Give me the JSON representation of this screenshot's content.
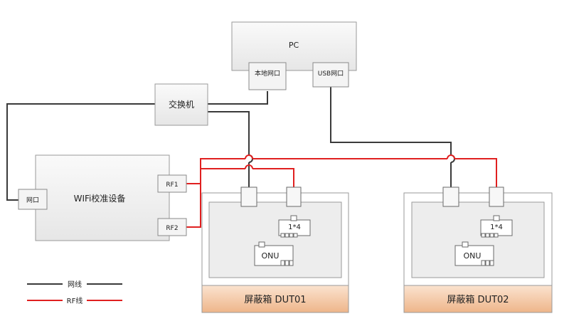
{
  "pc": {
    "label": "PC",
    "local_port": "本地网口",
    "usb_port": "USB网口"
  },
  "switch": {
    "label": "交换机"
  },
  "wifi_device": {
    "label": "WIFi校准设备",
    "port": "网口",
    "rf1": "RF1",
    "rf2": "RF2"
  },
  "box1": {
    "label": "屏蔽箱 DUT01",
    "splitter": "1*4",
    "onu": "ONU"
  },
  "box2": {
    "label": "屏蔽箱 DUT02",
    "splitter": "1*4",
    "onu": "ONU"
  },
  "legend": {
    "net_label": "网线",
    "rf_label": "RF线"
  },
  "colors": {
    "net_line": "#3a3a3a",
    "rf_line": "#e02020",
    "box_label_bg": "#f2c49c",
    "box_fill": "#efefef",
    "box_border": "#9a9a9a"
  }
}
